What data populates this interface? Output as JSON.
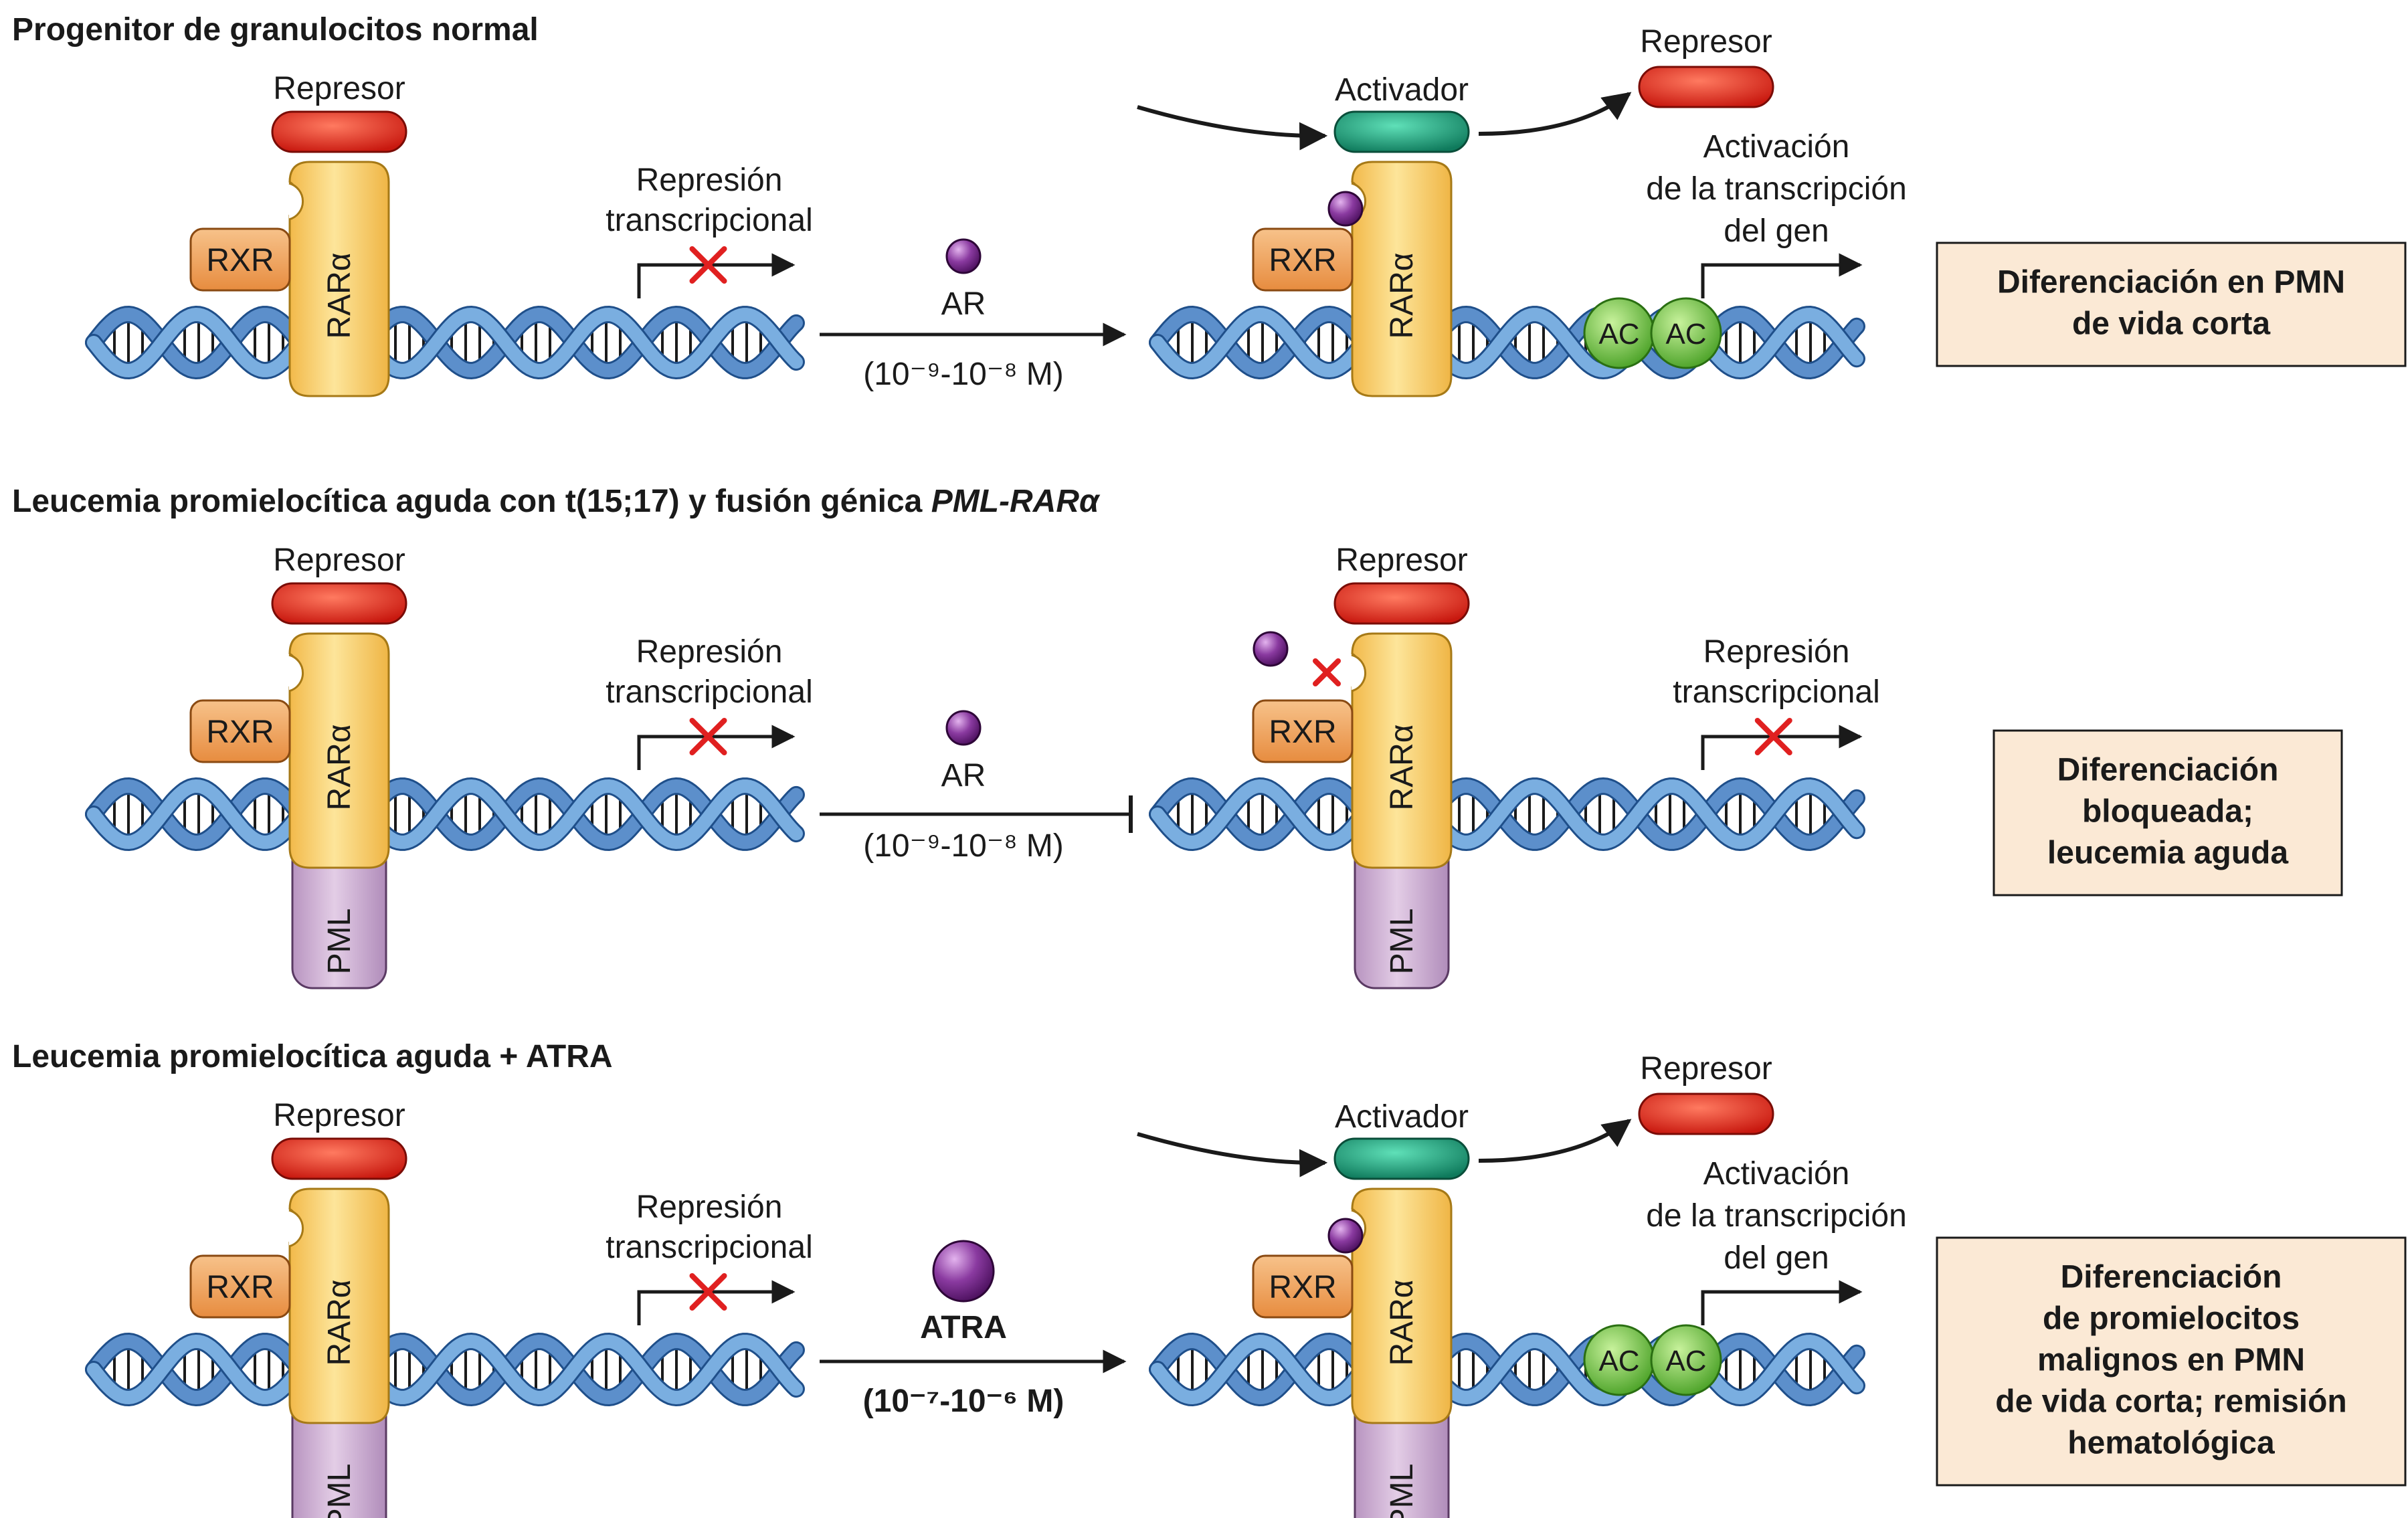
{
  "panels": [
    {
      "title": "Progenitor de granulocitos normal",
      "left": {
        "repressor": "Represor",
        "rxr": "RXR",
        "rar": "RARα",
        "state_line1": "Represión",
        "state_line2": "transcripcional"
      },
      "ligand": {
        "label": "AR",
        "conc": "(10⁻⁹-10⁻⁸ M)",
        "arrow": "activates"
      },
      "right": {
        "activator": "Activador",
        "released": "Represor",
        "rxr": "RXR",
        "rar": "RARα",
        "state_line1": "Activación",
        "state_line2": "de la transcripción",
        "state_line3": "del gen",
        "ac1": "AC",
        "ac2": "AC"
      },
      "outcome": [
        "Diferenciación en PMN",
        "de vida corta"
      ]
    },
    {
      "title": "Leucemia promielocítica aguda con t(15;17) y fusión génica ",
      "title_italic": "PML-RARα",
      "left": {
        "repressor": "Represor",
        "rxr": "RXR",
        "rar": "RARα",
        "pml": "PML",
        "state_line1": "Represión",
        "state_line2": "transcripcional"
      },
      "ligand": {
        "label": "AR",
        "conc": "(10⁻⁹-10⁻⁸ M)",
        "arrow": "blocked"
      },
      "right": {
        "repressor": "Represor",
        "rxr": "RXR",
        "rar": "RARα",
        "pml": "PML",
        "state_line1": "Represión",
        "state_line2": "transcripcional"
      },
      "outcome": [
        "Diferenciación",
        "bloqueada;",
        "leucemia aguda"
      ]
    },
    {
      "title": "Leucemia promielocítica aguda + ATRA",
      "left": {
        "repressor": "Represor",
        "rxr": "RXR",
        "rar": "RARα",
        "pml": "PML",
        "state_line1": "Represión",
        "state_line2": "transcripcional"
      },
      "ligand": {
        "label": "ATRA",
        "conc": "(10⁻⁷-10⁻⁶ M)",
        "arrow": "activates"
      },
      "right": {
        "activator": "Activador",
        "released": "Represor",
        "rxr": "RXR",
        "rar": "RARα",
        "pml": "PML",
        "state_line1": "Activación",
        "state_line2": "de la transcripción",
        "state_line3": "del gen",
        "ac1": "AC",
        "ac2": "AC"
      },
      "outcome": [
        "Diferenciación",
        "de promielocitos",
        "malignos en PMN",
        "de vida corta; remisión",
        "hematológica"
      ]
    }
  ],
  "colors": {
    "repressor": "#e02a1c",
    "activator": "#1a9a78",
    "rxr": "#f0a45a",
    "rar": "#f7cf6a",
    "pml": "#c9a6cf",
    "ligand": "#7b2f8e",
    "ac": "#6fc244",
    "dna": "#3e78bd",
    "outcome_box": "#fbe9d5",
    "cross": "#e02020"
  }
}
